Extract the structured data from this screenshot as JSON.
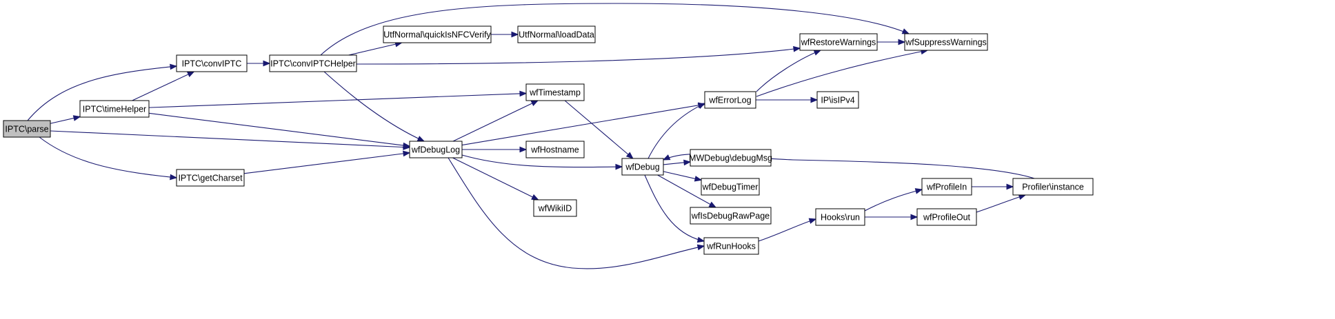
{
  "graph": {
    "colors": {
      "edge": "#191970",
      "root_fill": "#bfbfbf",
      "node_fill": "#ffffff",
      "border": "#000000"
    },
    "nodes": [
      {
        "id": "parse",
        "label": "IPTC\\parse",
        "root": true
      },
      {
        "id": "convIPTC",
        "label": "IPTC\\convIPTC"
      },
      {
        "id": "convIPTCHelper",
        "label": "IPTC\\convIPTCHelper"
      },
      {
        "id": "timeHelper",
        "label": "IPTC\\timeHelper"
      },
      {
        "id": "getCharset",
        "label": "IPTC\\getCharset"
      },
      {
        "id": "quickIsNFCVerify",
        "label": "UtfNormal\\quickIsNFCVerify"
      },
      {
        "id": "loadData",
        "label": "UtfNormal\\loadData"
      },
      {
        "id": "wfTimestamp",
        "label": "wfTimestamp"
      },
      {
        "id": "wfDebugLog",
        "label": "wfDebugLog"
      },
      {
        "id": "wfHostname",
        "label": "wfHostname"
      },
      {
        "id": "wfWikiID",
        "label": "wfWikiID"
      },
      {
        "id": "wfDebug",
        "label": "wfDebug"
      },
      {
        "id": "wfRestoreWarnings",
        "label": "wfRestoreWarnings"
      },
      {
        "id": "wfSuppressWarnings",
        "label": "wfSuppressWarnings"
      },
      {
        "id": "wfErrorLog",
        "label": "wfErrorLog"
      },
      {
        "id": "isIPv4",
        "label": "IP\\isIPv4"
      },
      {
        "id": "debugMsg",
        "label": "MWDebug\\debugMsg"
      },
      {
        "id": "wfDebugTimer",
        "label": "wfDebugTimer"
      },
      {
        "id": "wfIsDebugRawPage",
        "label": "wfIsDebugRawPage"
      },
      {
        "id": "wfRunHooks",
        "label": "wfRunHooks"
      },
      {
        "id": "hooksRun",
        "label": "Hooks\\run"
      },
      {
        "id": "wfProfileIn",
        "label": "wfProfileIn"
      },
      {
        "id": "wfProfileOut",
        "label": "wfProfileOut"
      },
      {
        "id": "profilerInstance",
        "label": "Profiler\\instance"
      }
    ],
    "edges": [
      [
        "parse",
        "convIPTC"
      ],
      [
        "parse",
        "timeHelper"
      ],
      [
        "parse",
        "wfDebugLog"
      ],
      [
        "parse",
        "getCharset"
      ],
      [
        "convIPTC",
        "convIPTCHelper"
      ],
      [
        "timeHelper",
        "convIPTC"
      ],
      [
        "timeHelper",
        "wfTimestamp"
      ],
      [
        "timeHelper",
        "wfDebugLog"
      ],
      [
        "getCharset",
        "wfDebugLog"
      ],
      [
        "convIPTCHelper",
        "quickIsNFCVerify"
      ],
      [
        "convIPTCHelper",
        "wfSuppressWarnings"
      ],
      [
        "convIPTCHelper",
        "wfRestoreWarnings"
      ],
      [
        "convIPTCHelper",
        "wfDebugLog"
      ],
      [
        "quickIsNFCVerify",
        "loadData"
      ],
      [
        "wfDebugLog",
        "wfTimestamp"
      ],
      [
        "wfDebugLog",
        "wfErrorLog"
      ],
      [
        "wfDebugLog",
        "wfHostname"
      ],
      [
        "wfDebugLog",
        "wfDebug"
      ],
      [
        "wfDebugLog",
        "wfWikiID"
      ],
      [
        "wfDebugLog",
        "wfRunHooks"
      ],
      [
        "wfTimestamp",
        "wfDebug"
      ],
      [
        "wfDebug",
        "wfErrorLog"
      ],
      [
        "wfDebug",
        "debugMsg"
      ],
      [
        "wfDebug",
        "wfDebugTimer"
      ],
      [
        "wfDebug",
        "wfIsDebugRawPage"
      ],
      [
        "wfDebug",
        "wfRunHooks"
      ],
      [
        "wfErrorLog",
        "wfRestoreWarnings"
      ],
      [
        "wfErrorLog",
        "wfSuppressWarnings"
      ],
      [
        "wfErrorLog",
        "isIPv4"
      ],
      [
        "wfRestoreWarnings",
        "wfSuppressWarnings"
      ],
      [
        "wfRunHooks",
        "hooksRun"
      ],
      [
        "hooksRun",
        "wfProfileIn"
      ],
      [
        "hooksRun",
        "wfProfileOut"
      ],
      [
        "wfProfileIn",
        "profilerInstance"
      ],
      [
        "wfProfileOut",
        "profilerInstance"
      ],
      [
        "profilerInstance",
        "wfDebug"
      ]
    ]
  }
}
